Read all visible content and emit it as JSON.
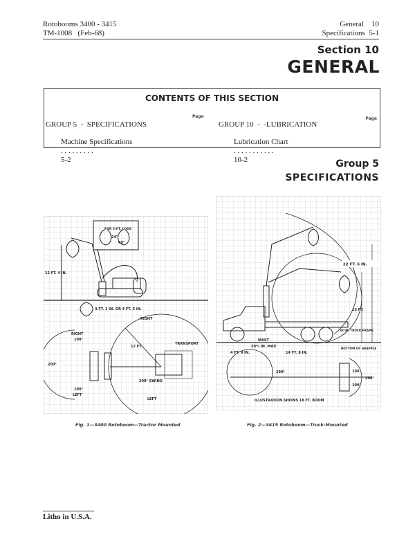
{
  "header": {
    "left_line1": "Rotobooms 3400 - 3415",
    "left_line2": "TM-1008   (Feb-68)",
    "right_line1_label": "General",
    "right_line1_num": "10",
    "right_line2_label": "Specifications",
    "right_line2_num": "5-1"
  },
  "section": {
    "label": "Section 10",
    "title": "GENERAL"
  },
  "contents": {
    "title": "CONTENTS OF THIS SECTION",
    "page_label": "Page",
    "left": {
      "group": "GROUP 5  -  SPECIFICATIONS",
      "item": "Machine Specifications",
      "dots": ". . . . . . . . .",
      "page": "5-2"
    },
    "right": {
      "group": "GROUP 10  -  -LUBRICATION",
      "item": "Lubrication Chart",
      "dots": ". . . . . . . . . . .",
      "page": "10-2"
    }
  },
  "group": {
    "label": "Group 5",
    "title": "SPECIFICATIONS"
  },
  "figure1": {
    "caption": "Fig. 1—3400 Rotoboom—Tractor Mounted",
    "labels": {
      "logs": "FOR 5-FT. LOGS",
      "deg24": "24\"",
      "deg49": "49\"",
      "height": "15 FT. 4 IN.",
      "depth": "3 FT. 1 IN. OR 4 FT. 5 IN.",
      "right": "RIGHT",
      "left": "LEFT",
      "r100": "100°",
      "l100": "100°",
      "d200": "200°",
      "radius": "12 FT.",
      "transport": "TRANSPORT",
      "swing": "200° SWING",
      "right2": "RIGHT",
      "left2": "LEFT"
    }
  },
  "figure2": {
    "caption": "Fig. 2—3415 Rotoboom—Truck-Mounted",
    "labels": {
      "h22": "22 FT. 6 IN.",
      "h13": "13 FT.",
      "frame": "38 IN. TRUCK FRAME",
      "mast": "MAST",
      "max": "20½ IN. MAX",
      "ft4": "4 FT. 9 IN.",
      "ft14": "14 FT. 8 IN.",
      "bottom": "BOTTOM OF GRAPPLE",
      "d290": "290°",
      "a100": "100",
      "b100": "100",
      "d200": "200°",
      "illus": "ILLUSTRATION SHOWS 18 FT. BOOM"
    }
  },
  "footer": {
    "text": "Litho in U.S.A."
  }
}
